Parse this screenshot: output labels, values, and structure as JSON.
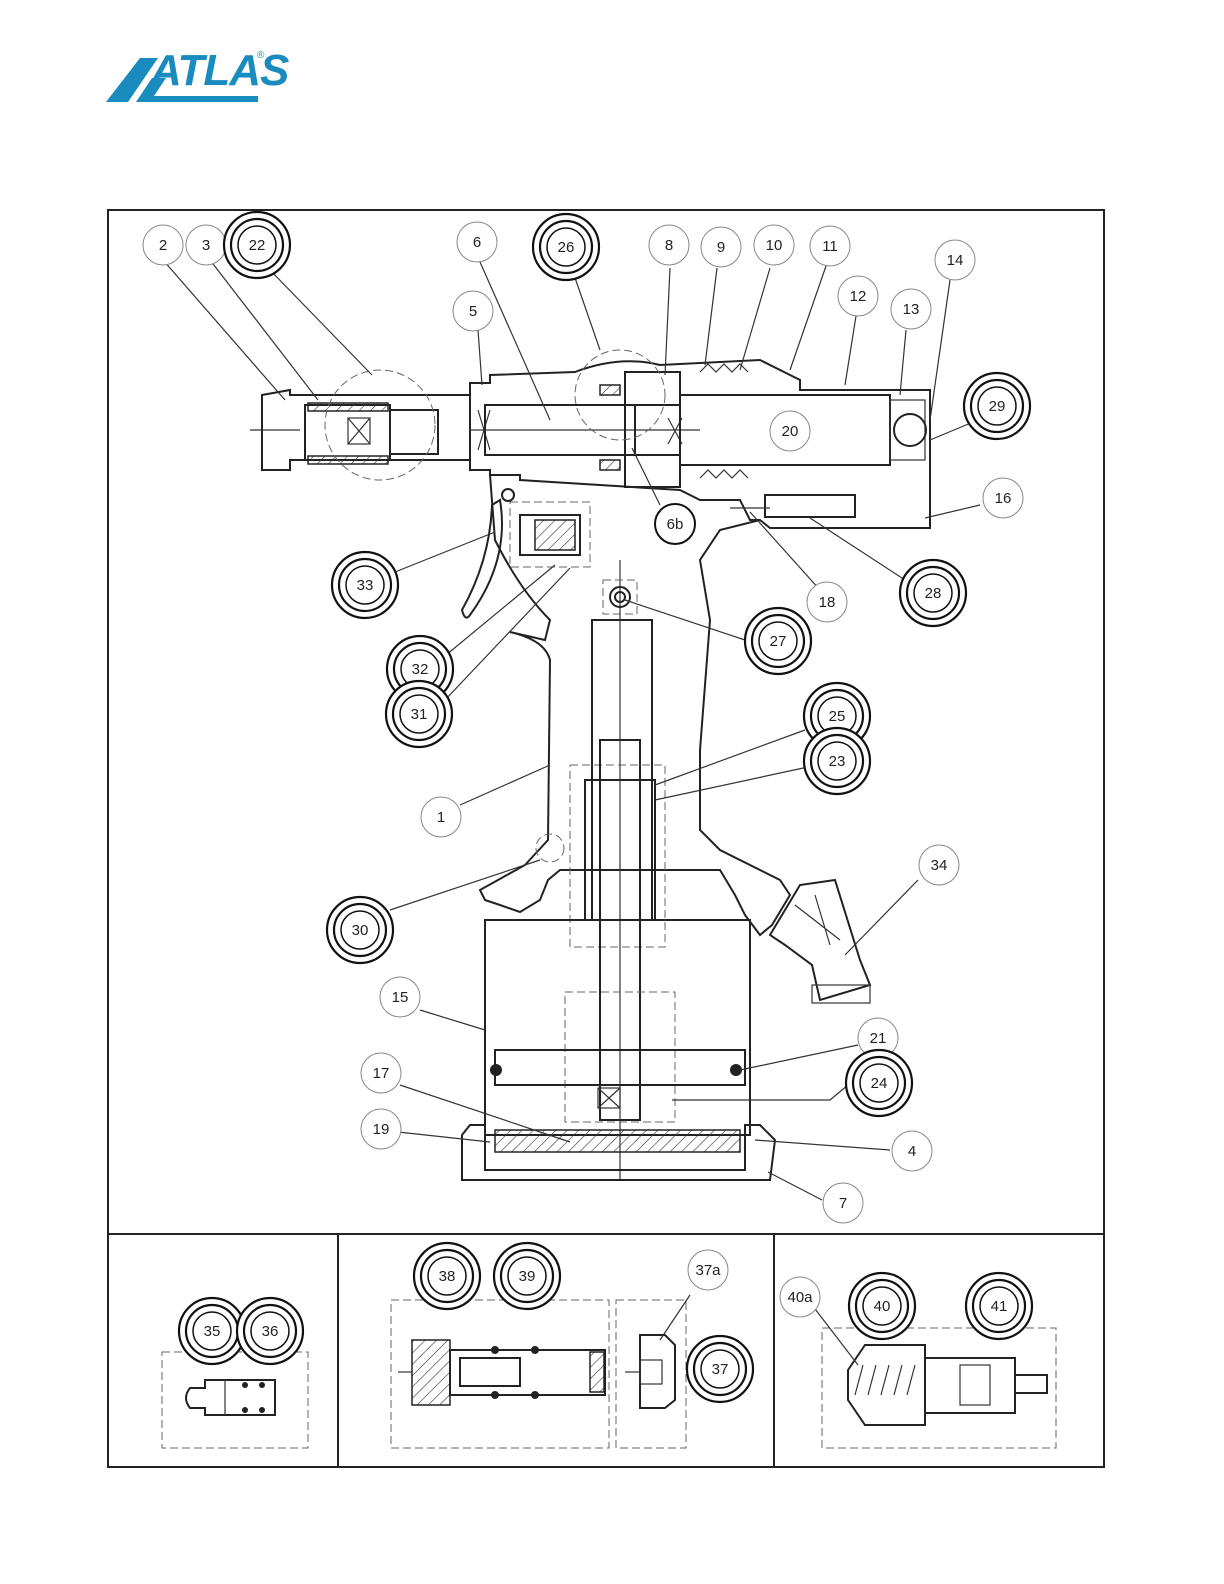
{
  "logo": {
    "text": "ATLAS",
    "reg": "®",
    "color": "#1a8bbf"
  },
  "callouts_main": [
    {
      "id": "c2",
      "label": "2",
      "ring": false
    },
    {
      "id": "c3",
      "label": "3",
      "ring": false
    },
    {
      "id": "c22",
      "label": "22",
      "ring": true
    },
    {
      "id": "c6",
      "label": "6",
      "ring": false
    },
    {
      "id": "c26",
      "label": "26",
      "ring": true
    },
    {
      "id": "c8",
      "label": "8",
      "ring": false
    },
    {
      "id": "c9",
      "label": "9",
      "ring": false
    },
    {
      "id": "c10",
      "label": "10",
      "ring": false
    },
    {
      "id": "c11",
      "label": "11",
      "ring": false
    },
    {
      "id": "c14",
      "label": "14",
      "ring": false
    },
    {
      "id": "c12",
      "label": "12",
      "ring": false
    },
    {
      "id": "c13",
      "label": "13",
      "ring": false
    },
    {
      "id": "c5",
      "label": "5",
      "ring": false
    },
    {
      "id": "c29",
      "label": "29",
      "ring": true
    },
    {
      "id": "c20",
      "label": "20",
      "ring": false
    },
    {
      "id": "c16",
      "label": "16",
      "ring": false
    },
    {
      "id": "c6b",
      "label": "6b",
      "ring": false
    },
    {
      "id": "c33",
      "label": "33",
      "ring": true
    },
    {
      "id": "c28",
      "label": "28",
      "ring": true
    },
    {
      "id": "c18",
      "label": "18",
      "ring": false
    },
    {
      "id": "c27",
      "label": "27",
      "ring": true
    },
    {
      "id": "c32",
      "label": "32",
      "ring": true
    },
    {
      "id": "c31",
      "label": "31",
      "ring": true
    },
    {
      "id": "c25",
      "label": "25",
      "ring": true
    },
    {
      "id": "c23",
      "label": "23",
      "ring": true
    },
    {
      "id": "c1",
      "label": "1",
      "ring": false
    },
    {
      "id": "c34",
      "label": "34",
      "ring": false
    },
    {
      "id": "c30",
      "label": "30",
      "ring": true
    },
    {
      "id": "c15",
      "label": "15",
      "ring": false
    },
    {
      "id": "c21",
      "label": "21",
      "ring": false
    },
    {
      "id": "c24",
      "label": "24",
      "ring": true
    },
    {
      "id": "c17",
      "label": "17",
      "ring": false
    },
    {
      "id": "c19",
      "label": "19",
      "ring": false
    },
    {
      "id": "c4",
      "label": "4",
      "ring": false
    },
    {
      "id": "c7",
      "label": "7",
      "ring": false
    }
  ],
  "callouts_inset": [
    {
      "id": "c35",
      "label": "35",
      "ring": true
    },
    {
      "id": "c36",
      "label": "36",
      "ring": true
    },
    {
      "id": "c38",
      "label": "38",
      "ring": true
    },
    {
      "id": "c39",
      "label": "39",
      "ring": true
    },
    {
      "id": "c37a",
      "label": "37a",
      "ring": false
    },
    {
      "id": "c37",
      "label": "37",
      "ring": true
    },
    {
      "id": "c40a",
      "label": "40a",
      "ring": false
    },
    {
      "id": "c40",
      "label": "40",
      "ring": true
    },
    {
      "id": "c41",
      "label": "41",
      "ring": true
    }
  ]
}
